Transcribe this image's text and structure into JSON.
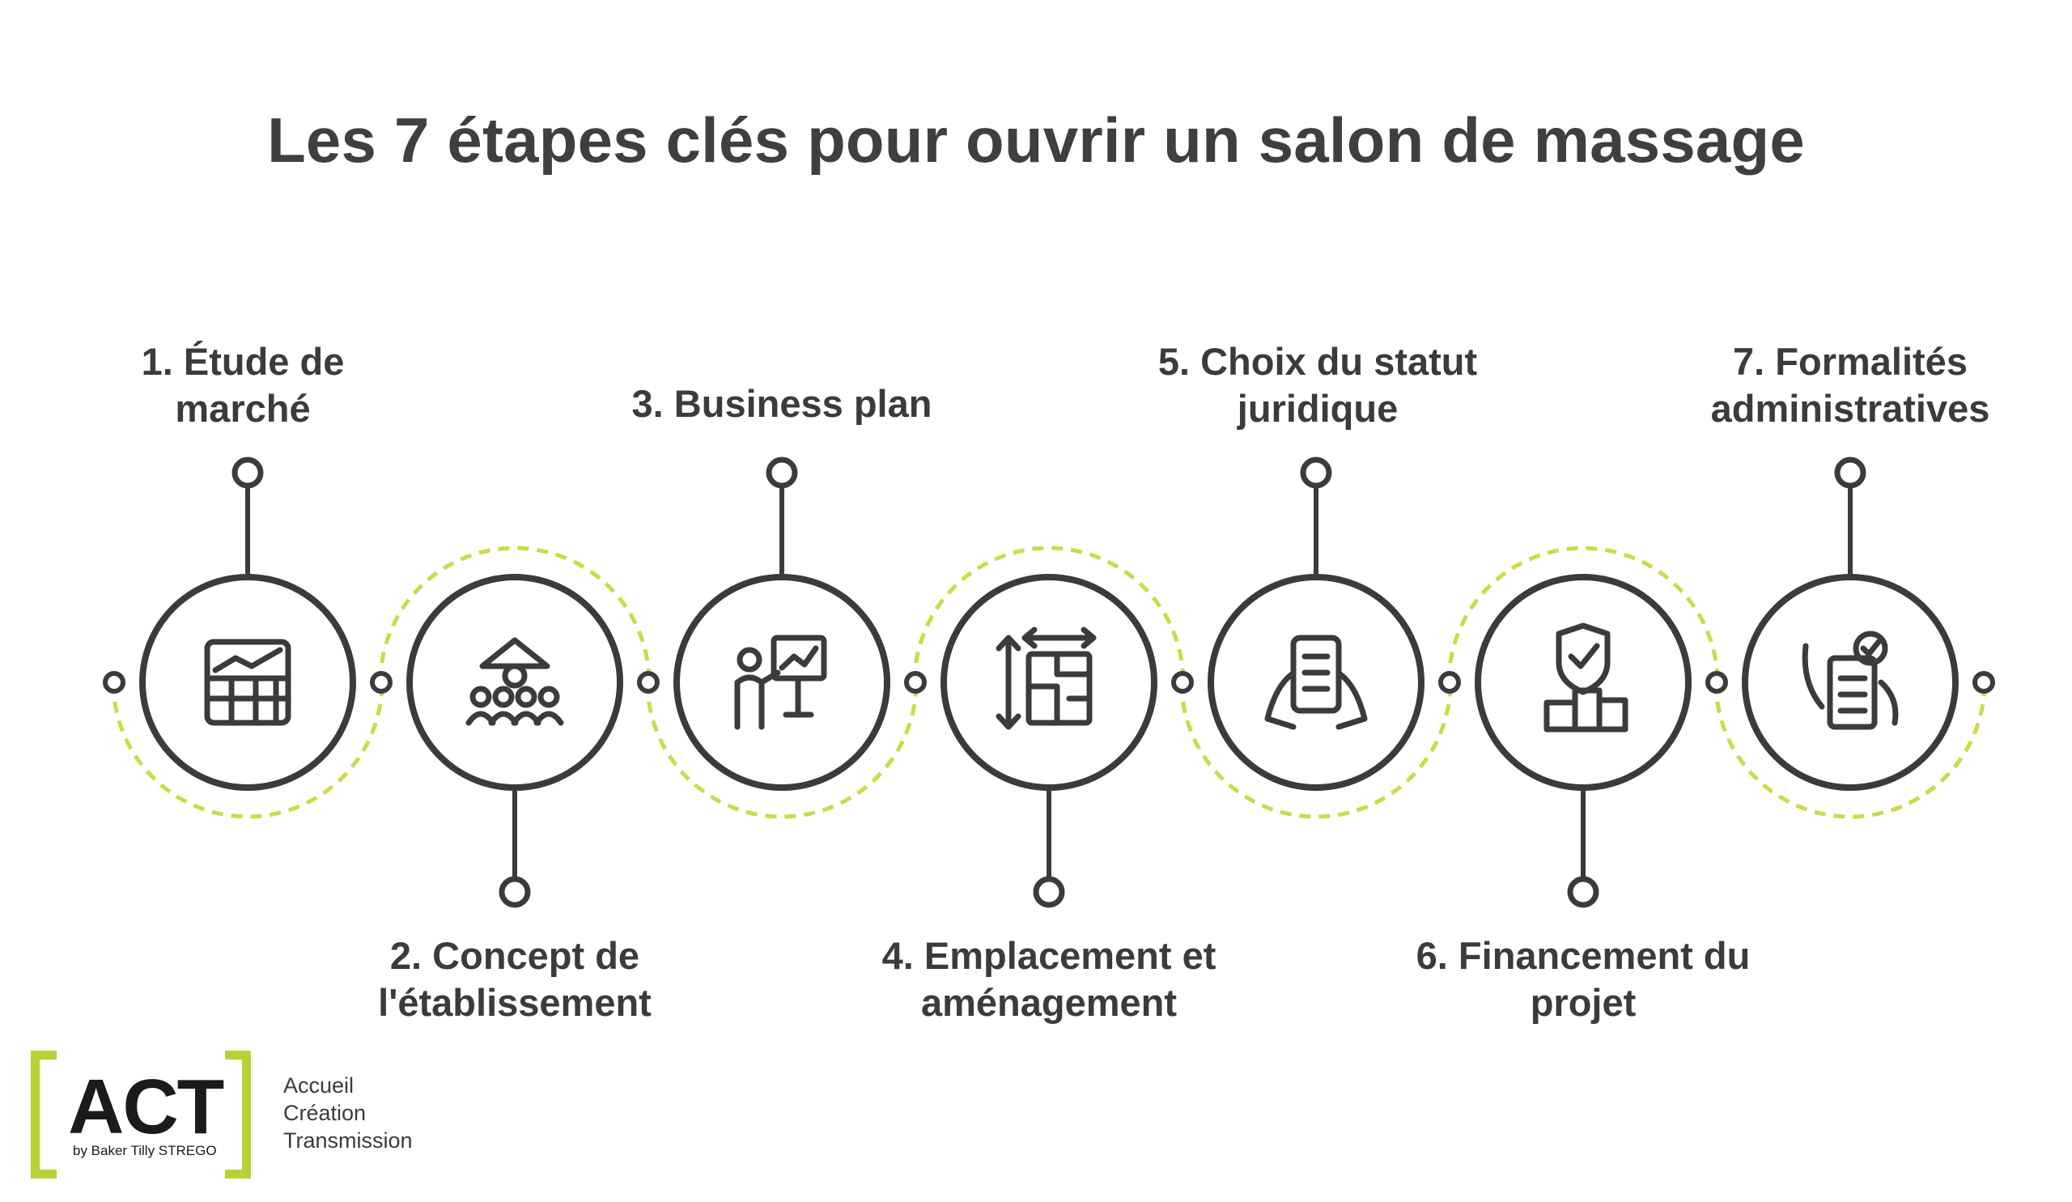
{
  "title": "Les 7 étapes clés pour ouvrir un salon de massage",
  "colors": {
    "ink": "#3b3b3b",
    "accent": "#c5de4a",
    "logo_green": "#b5d334"
  },
  "steps": [
    {
      "lines": [
        "1. Étude de",
        "marché"
      ],
      "position": "top",
      "icon": "spreadsheet-chart-icon"
    },
    {
      "lines": [
        "2. Concept de",
        "l'établissement"
      ],
      "position": "bottom",
      "icon": "team-building-icon"
    },
    {
      "lines": [
        "3. Business plan"
      ],
      "position": "top",
      "icon": "presentation-board-icon"
    },
    {
      "lines": [
        "4. Emplacement et",
        "aménagement"
      ],
      "position": "bottom",
      "icon": "floor-plan-icon"
    },
    {
      "lines": [
        "5. Choix du statut",
        "juridique"
      ],
      "position": "top",
      "icon": "legal-document-icon"
    },
    {
      "lines": [
        "6. Financement du",
        "projet"
      ],
      "position": "bottom",
      "icon": "shield-buildings-icon"
    },
    {
      "lines": [
        "7. Formalités",
        "administratives"
      ],
      "position": "top",
      "icon": "checklist-icon"
    }
  ],
  "logo": {
    "mark": "ACT",
    "by": "by Baker Tilly STREGO",
    "words": [
      "Accueil",
      "Création",
      "Transmission"
    ]
  }
}
